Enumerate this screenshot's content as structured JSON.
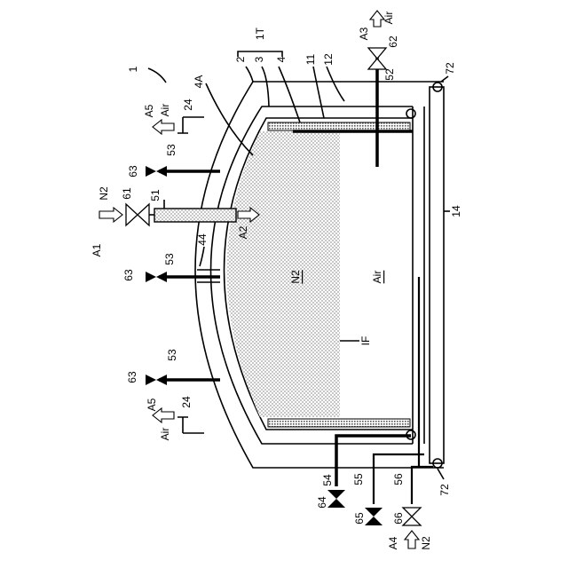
{
  "labels": {
    "ref_1": "1",
    "ref_2": "2",
    "ref_3": "3",
    "ref_4": "4",
    "ref_1t": "1T",
    "ref_11": "11",
    "ref_12": "12",
    "ref_14": "14",
    "ref_24_top": "24",
    "ref_24_bottom": "24",
    "ref_4a": "4A",
    "ref_44": "44",
    "ref_51": "51",
    "ref_52": "52",
    "ref_53_a": "53",
    "ref_53_b": "53",
    "ref_53_c": "53",
    "ref_54": "54",
    "ref_55": "55",
    "ref_56": "56",
    "ref_61": "61",
    "ref_62": "62",
    "ref_63_a": "63",
    "ref_63_b": "63",
    "ref_63_c": "63",
    "ref_64": "64",
    "ref_65": "65",
    "ref_66": "66",
    "ref_72_top": "72",
    "ref_72_bottom": "72",
    "ref_if": "IF",
    "region_n2": "N2",
    "region_air": "Air",
    "flow_a1": "A1",
    "flow_a1_gas": "N2",
    "flow_a2": "A2",
    "flow_a3": "A3",
    "flow_a3_gas": "Air",
    "flow_a4": "A4",
    "flow_a4_gas": "N2",
    "flow_a5_top": "A5",
    "flow_a5_top_gas": "Air",
    "flow_a5_bottom": "A5",
    "flow_a5_bottom_gas": "Air"
  }
}
